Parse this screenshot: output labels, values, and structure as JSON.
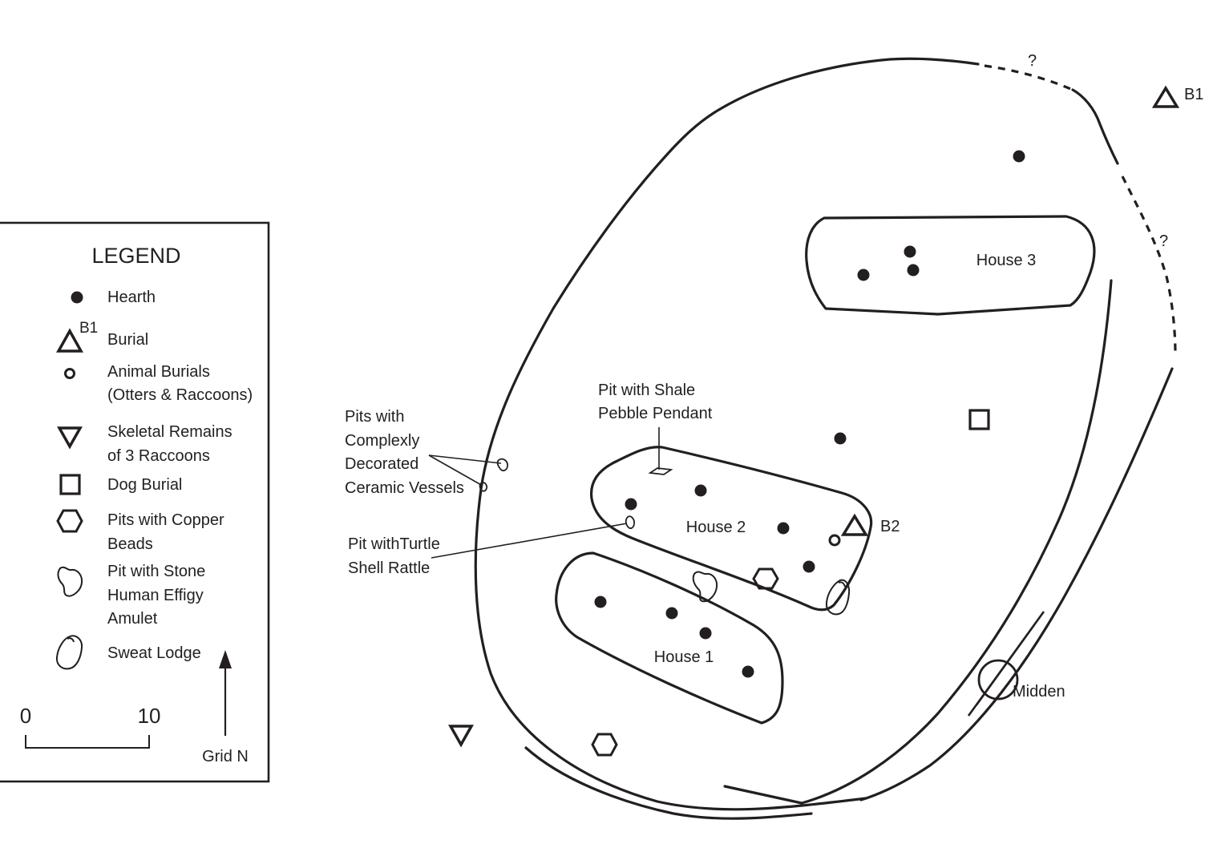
{
  "legend": {
    "title": "LEGEND",
    "items": [
      {
        "symbol": "hearth-dot",
        "label_lines": [
          "Hearth"
        ]
      },
      {
        "symbol": "burial-triangle",
        "sublabel": "B1",
        "label_lines": [
          "Burial"
        ]
      },
      {
        "symbol": "animal-burial-circle",
        "label_lines": [
          "Animal Burials",
          "(Otters & Raccoons)"
        ]
      },
      {
        "symbol": "raccoon-remains-triangle-down",
        "label_lines": [
          "Skeletal Remains",
          "of 3 Raccoons"
        ]
      },
      {
        "symbol": "dog-burial-square",
        "label_lines": [
          "Dog Burial"
        ]
      },
      {
        "symbol": "copper-beads-hexagon",
        "label_lines": [
          "Pits with Copper",
          "Beads"
        ]
      },
      {
        "symbol": "effigy-amulet-blob",
        "label_lines": [
          "Pit with Stone",
          "Human Effigy",
          "Amulet"
        ]
      },
      {
        "symbol": "sweat-lodge-blob",
        "label_lines": [
          "Sweat Lodge"
        ]
      }
    ],
    "scale": {
      "min_label": "0",
      "max_label": "10"
    },
    "north_label": "Grid N"
  },
  "map": {
    "houses": [
      "House 1",
      "House 2",
      "House 3"
    ],
    "burials": [
      "B1",
      "B2"
    ],
    "midden_label": "Midden",
    "uncertain_marks": [
      "?",
      "?"
    ],
    "annotations": {
      "pits_ceramic": [
        "Pits with",
        "Complexly",
        "Decorated",
        "Ceramic Vessels"
      ],
      "pit_shale": [
        "Pit with Shale",
        "Pebble Pendant"
      ],
      "pit_turtle": [
        "Pit withTurtle",
        "Shell Rattle"
      ]
    }
  },
  "colors": {
    "ink": "#231f20",
    "background": "#ffffff"
  }
}
